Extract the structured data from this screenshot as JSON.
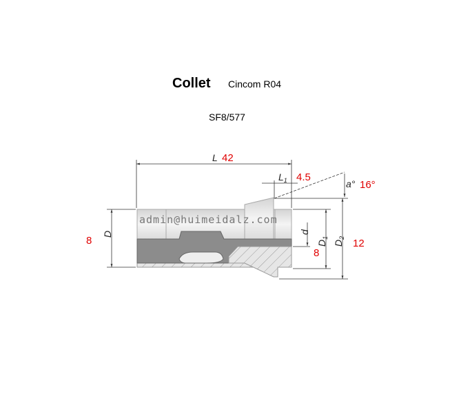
{
  "header": {
    "title": "Collet",
    "subtitle": "Cincom R04",
    "part_code": "SF8/577"
  },
  "dimensions": {
    "L": {
      "label": "L",
      "value": "42"
    },
    "L1": {
      "label": "L",
      "sub": "1",
      "value": "4.5"
    },
    "a": {
      "label": "a°",
      "value": "16°"
    },
    "D": {
      "label": "D",
      "value": "8"
    },
    "d": {
      "label": "d"
    },
    "D1": {
      "label": "D",
      "sub": "1",
      "value": "8"
    },
    "D2": {
      "label": "D",
      "sub": "2",
      "value": "12"
    }
  },
  "watermark": "admin@huimeidalz.com"
}
